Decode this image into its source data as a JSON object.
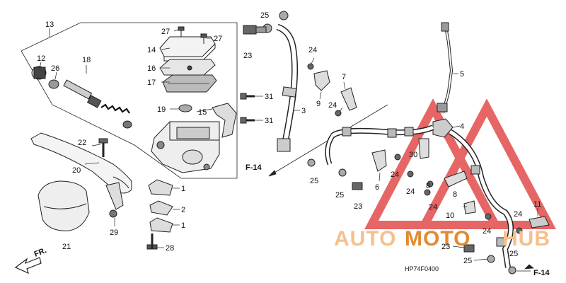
{
  "diagram": {
    "code": "HP74F0400",
    "refs": {
      "f14_a": "F-14",
      "f14_b": "F-14",
      "fr": "FR."
    },
    "watermark": {
      "part_a": "AUTO",
      "part_b": "MOTO",
      "part_c": "HUB",
      "color_light": "#f5c08a",
      "color_dark": "#e3892f",
      "triangle_color": "#e24b4b"
    },
    "callouts": [
      {
        "id": "c13",
        "text": "13"
      },
      {
        "id": "c12",
        "text": "12"
      },
      {
        "id": "c26",
        "text": "26"
      },
      {
        "id": "c18",
        "text": "18"
      },
      {
        "id": "c22",
        "text": "22"
      },
      {
        "id": "c20",
        "text": "20"
      },
      {
        "id": "c21",
        "text": "21"
      },
      {
        "id": "c29",
        "text": "29"
      },
      {
        "id": "c27a",
        "text": "27"
      },
      {
        "id": "c27b",
        "text": "27"
      },
      {
        "id": "c14",
        "text": "14"
      },
      {
        "id": "c16",
        "text": "16"
      },
      {
        "id": "c17",
        "text": "17"
      },
      {
        "id": "c19",
        "text": "19"
      },
      {
        "id": "c15",
        "text": "15"
      },
      {
        "id": "c1a",
        "text": "1"
      },
      {
        "id": "c2",
        "text": "2"
      },
      {
        "id": "c1b",
        "text": "1"
      },
      {
        "id": "c28",
        "text": "28"
      },
      {
        "id": "c25a",
        "text": "25"
      },
      {
        "id": "c23a",
        "text": "23"
      },
      {
        "id": "c31a",
        "text": "31"
      },
      {
        "id": "c31b",
        "text": "31"
      },
      {
        "id": "c3",
        "text": "3"
      },
      {
        "id": "c24a",
        "text": "24"
      },
      {
        "id": "c9",
        "text": "9"
      },
      {
        "id": "c7",
        "text": "7"
      },
      {
        "id": "c24b",
        "text": "24"
      },
      {
        "id": "c5",
        "text": "5"
      },
      {
        "id": "c4",
        "text": "4"
      },
      {
        "id": "c30",
        "text": "30"
      },
      {
        "id": "c24c",
        "text": "24"
      },
      {
        "id": "c24d",
        "text": "24"
      },
      {
        "id": "c6",
        "text": "6"
      },
      {
        "id": "c25b",
        "text": "25"
      },
      {
        "id": "c25c",
        "text": "25"
      },
      {
        "id": "c23b",
        "text": "23"
      },
      {
        "id": "c8a",
        "text": "8"
      },
      {
        "id": "c8b",
        "text": "8"
      },
      {
        "id": "c24e",
        "text": "24"
      },
      {
        "id": "c10",
        "text": "10"
      },
      {
        "id": "c24f",
        "text": "24"
      },
      {
        "id": "c24g",
        "text": "24"
      },
      {
        "id": "c11",
        "text": "11"
      },
      {
        "id": "c23c",
        "text": "23"
      },
      {
        "id": "c25d",
        "text": "25"
      },
      {
        "id": "c25e",
        "text": "25"
      }
    ]
  }
}
